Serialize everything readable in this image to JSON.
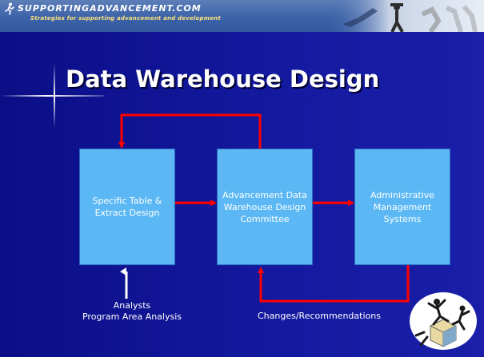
{
  "header": {
    "brand": "SUPPORTINGADVANCEMENT.COM",
    "tagline": "Strategies for supporting advancement and development"
  },
  "slide": {
    "title": "Data Warehouse Design"
  },
  "diagram": {
    "boxes": [
      {
        "id": "specific",
        "label": "Specific Table & Extract Design"
      },
      {
        "id": "committee",
        "label": "Advancement Data Warehouse Design Committee"
      },
      {
        "id": "admin",
        "label": "Administrative Management Systems"
      }
    ],
    "analysts_line1": "Analysts",
    "analysts_line2": "Program Area Analysis",
    "feedback_label": "Changes/Recommendations"
  },
  "colors": {
    "background": "#0d0f8a",
    "box_fill": "#5cb8f4",
    "arrow": "#ff0000",
    "text": "#ffffff"
  },
  "icons": [
    "runner-logo-icon",
    "header-photo-icon",
    "sparkle-icon",
    "clipart-figure-icon"
  ]
}
